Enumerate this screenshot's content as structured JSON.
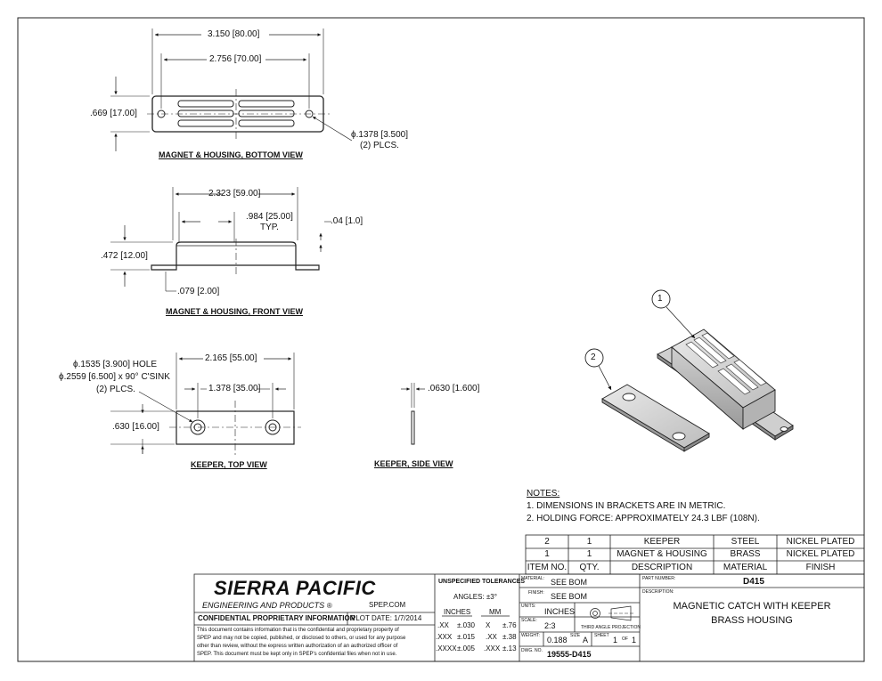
{
  "views": {
    "bottom": {
      "dim_overall": "3.150",
      "dim_overall_mm": "80.00",
      "dim_holes": "2.756",
      "dim_holes_mm": "70.00",
      "dim_width": ".669",
      "dim_width_mm": "17.00",
      "hole_dia": "ϕ.1378",
      "hole_dia_mm": "3.500",
      "hole_count": "(2) PLCS.",
      "title": "MAGNET & HOUSING, BOTTOM VIEW"
    },
    "front": {
      "dim_body": "2.323",
      "dim_body_mm": "59.00",
      "dim_slot": ".984",
      "dim_slot_mm": "25.00",
      "dim_slot_note": "TYP.",
      "dim_flange": ".04",
      "dim_flange_mm": "1.0",
      "dim_height": ".472",
      "dim_height_mm": "12.00",
      "dim_tab": ".079",
      "dim_tab_mm": "2.00",
      "title": "MAGNET & HOUSING, FRONT VIEW"
    },
    "keeper_top": {
      "hole_note_1": "ϕ.1535 [3.900] HOLE",
      "hole_note_2": "ϕ.2559 [6.500] x 90° C'SINK",
      "hole_note_3": "(2) PLCS.",
      "dim_length": "2.165",
      "dim_length_mm": "55.00",
      "dim_holes": "1.378",
      "dim_holes_mm": "35.00",
      "dim_width": ".630",
      "dim_width_mm": "16.00",
      "title": "KEEPER, TOP VIEW"
    },
    "keeper_side": {
      "dim_thick": ".0630",
      "dim_thick_mm": "1.600",
      "title": "KEEPER, SIDE VIEW"
    },
    "iso": {
      "balloon_1": "1",
      "balloon_2": "2"
    }
  },
  "notes": {
    "heading": "NOTES:",
    "items": [
      "1.   DIMENSIONS IN BRACKETS ARE IN METRIC.",
      "2.   HOLDING FORCE: APPROXIMATELY 24.3 LBF (108N)."
    ]
  },
  "bom": {
    "header": {
      "item": "ITEM NO.",
      "qty": "QTY.",
      "desc": "DESCRIPTION",
      "material": "MATERIAL",
      "finish": "FINISH"
    },
    "rows": [
      {
        "item": "2",
        "qty": "1",
        "desc": "KEEPER",
        "material": "STEEL",
        "finish": "NICKEL PLATED"
      },
      {
        "item": "1",
        "qty": "1",
        "desc": "MAGNET & HOUSING",
        "material": "BRASS",
        "finish": "NICKEL PLATED"
      }
    ]
  },
  "title_block": {
    "company": "SIERRA PACIFIC",
    "company_sub": "ENGINEERING AND PRODUCTS",
    "company_reg": "®",
    "website": "SPEP.COM",
    "confidential_heading": "CONFIDENTIAL PROPRIETARY INFORMATION",
    "plot_date_label": "PLOT DATE:",
    "plot_date": "1/7/2014",
    "conf_lines": [
      "This document contains information that is the confidential and proprietary property of",
      "SPEP and may not be copied, published, or disclosed to others, or used for any purpose",
      "other than review, without the express written authorization of an authorized officer of",
      "SPEP. This document must be kept only in SPEP's confidential files when not in use."
    ],
    "tol_heading": "UNSPECIFIED TOLERANCES",
    "tol_angles": "ANGLES: ±3°",
    "tol_inches": "INCHES",
    "tol_mm": "MM",
    "tol_rows": [
      [
        ".XX",
        "±.030",
        "X",
        "±.76"
      ],
      [
        ".XXX",
        "±.015",
        ".XX",
        "±.38"
      ],
      [
        ".XXXX",
        "±.005",
        ".XXX",
        "±.13"
      ]
    ],
    "material_label": "MATERIAL:",
    "material": "SEE BOM",
    "finish_label": "FINISH:",
    "finish": "SEE BOM",
    "units_label": "UNITS:",
    "units": "INCHES",
    "scale_label": "SCALE:",
    "scale": "2:3",
    "projection_label": "THIRD ANGLE PROJECTION",
    "weight_label": "WEIGHT:",
    "weight": "0.188",
    "size_label": "SIZE",
    "size": "A",
    "sheet_label": "SHEET",
    "sheet": "1",
    "of_label": "OF",
    "sheet_total": "1",
    "dwg_label": "DWG. NO.",
    "dwg_no": "19555-D415",
    "part_label": "PART NUMBER:",
    "part_no": "D415",
    "desc_label": "DESCRIPTION:",
    "desc_1": "MAGNETIC CATCH WITH KEEPER",
    "desc_2": "BRASS HOUSING"
  }
}
